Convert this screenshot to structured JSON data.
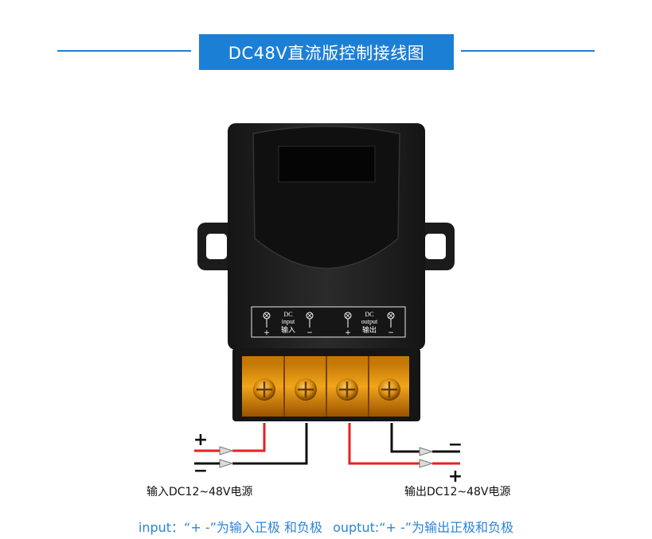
{
  "header": {
    "title": "DC48V直流版控制接线图"
  },
  "device": {
    "input_block": {
      "dc": "DC",
      "name": "input",
      "cn": "输入",
      "plus": "+",
      "minus": "−"
    },
    "output_block": {
      "dc": "DC",
      "name": "output",
      "cn": "输出",
      "plus": "+",
      "minus": "−"
    }
  },
  "wiring": {
    "input_plus_sign": "+",
    "input_minus_sign": "−",
    "output_minus_sign": "−",
    "output_plus_sign": "+",
    "input_caption": "输入DC12~48V电源",
    "output_caption": "输出DC12~48V电源"
  },
  "footer": {
    "input_note": "input：“+ -”为输入正极 和负极",
    "output_note": "ouptut:“+ -”为输出正极和负极"
  },
  "colors": {
    "accent": "#1c7fd6",
    "wire_positive": "#e32222",
    "wire_negative": "#111111",
    "terminal": "#e89a10"
  }
}
